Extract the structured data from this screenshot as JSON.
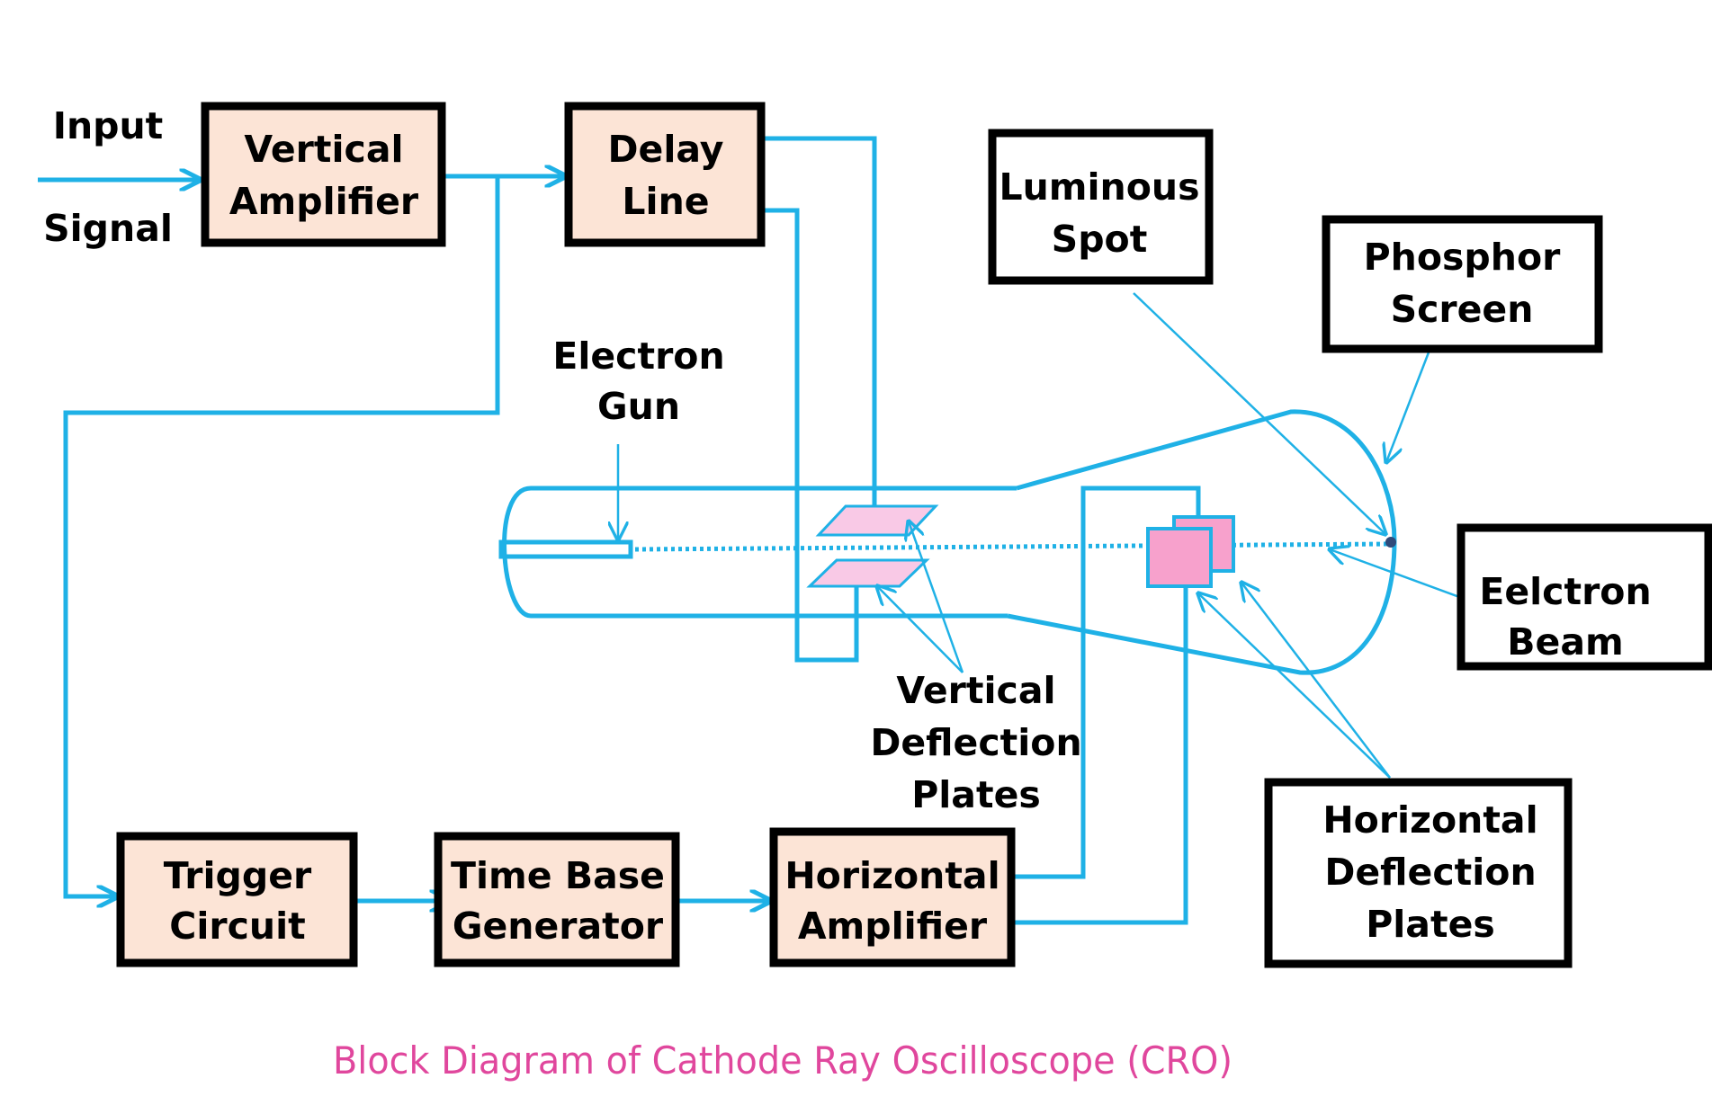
{
  "caption": "Block Diagram of Cathode Ray Oscilloscope (CRO)",
  "colors": {
    "wire": "#1fb1e6",
    "block_fill": "#fce4d6",
    "plate_fill": "#f7a1cc",
    "plate_light": "#f9c9e6",
    "caption": "#e0479d",
    "box_stroke": "#000000"
  },
  "input_label": {
    "line1": "Input",
    "line2": "Signal"
  },
  "blocks": {
    "vertical_amplifier": {
      "line1": "Vertical",
      "line2": "Amplifier"
    },
    "delay_line": {
      "line1": "Delay",
      "line2": "Line"
    },
    "trigger_circuit": {
      "line1": "Trigger",
      "line2": "Circuit"
    },
    "time_base_generator": {
      "line1": "Time Base",
      "line2": "Generator"
    },
    "horizontal_amplifier": {
      "line1": "Horizontal",
      "line2": "Amplifier"
    }
  },
  "callouts": {
    "luminous_spot": {
      "line1": "Luminous",
      "line2": "Spot"
    },
    "phosphor_screen": {
      "line1": "Phosphor",
      "line2": "Screen"
    },
    "electron_beam": {
      "line1": "Eelctron",
      "line2": "Beam"
    },
    "horizontal_deflection_plates": {
      "line1": "Horizontal",
      "line2": "Deflection",
      "line3": "Plates"
    }
  },
  "labels": {
    "electron_gun": {
      "line1": "Electron",
      "line2": "Gun"
    },
    "vertical_deflection_plates": {
      "line1": "Vertical",
      "line2": "Deflection",
      "line3": "Plates"
    }
  }
}
